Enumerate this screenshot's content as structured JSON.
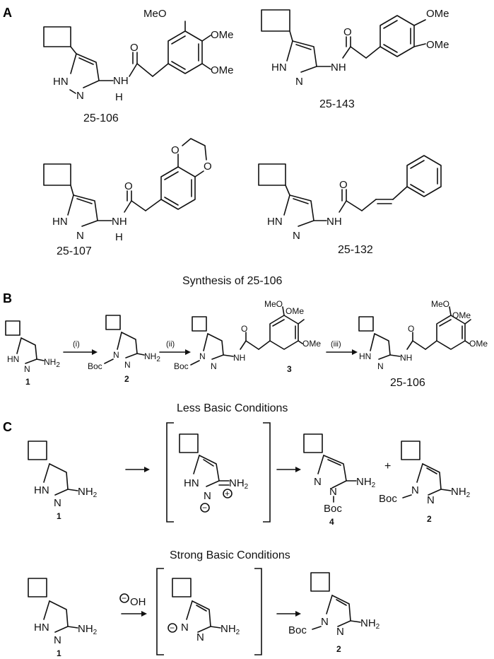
{
  "panels": {
    "a": "A",
    "b": "B",
    "c": "C"
  },
  "panel_a": {
    "compounds": [
      {
        "label": "25-106",
        "substituents": [
          "MeO",
          "OMe",
          "OMe"
        ]
      },
      {
        "label": "25-143",
        "substituents": [
          "OMe",
          "OMe"
        ]
      },
      {
        "label": "25-107"
      },
      {
        "label": "25-132"
      }
    ]
  },
  "panel_b": {
    "title": "Synthesis of 25-106",
    "steps": [
      "(i)",
      "(ii)",
      "(iii)"
    ],
    "compounds": [
      "1",
      "2",
      "3",
      "25-106"
    ],
    "groups": {
      "boc": "Boc",
      "nh2": "NH",
      "nh2_sub": "2",
      "nh": "NH",
      "hn": "HN",
      "n": "N",
      "meo": "MeO",
      "ome": "OMe",
      "o": "O"
    }
  },
  "panel_c": {
    "title_less": "Less Basic Conditions",
    "title_strong": "Strong Basic Conditions",
    "compounds_less": [
      "1",
      "4",
      "2"
    ],
    "compounds_strong": [
      "1",
      "2"
    ],
    "plus": "+",
    "hydroxide": "OH",
    "minus": "−",
    "plus_charge": "+"
  }
}
